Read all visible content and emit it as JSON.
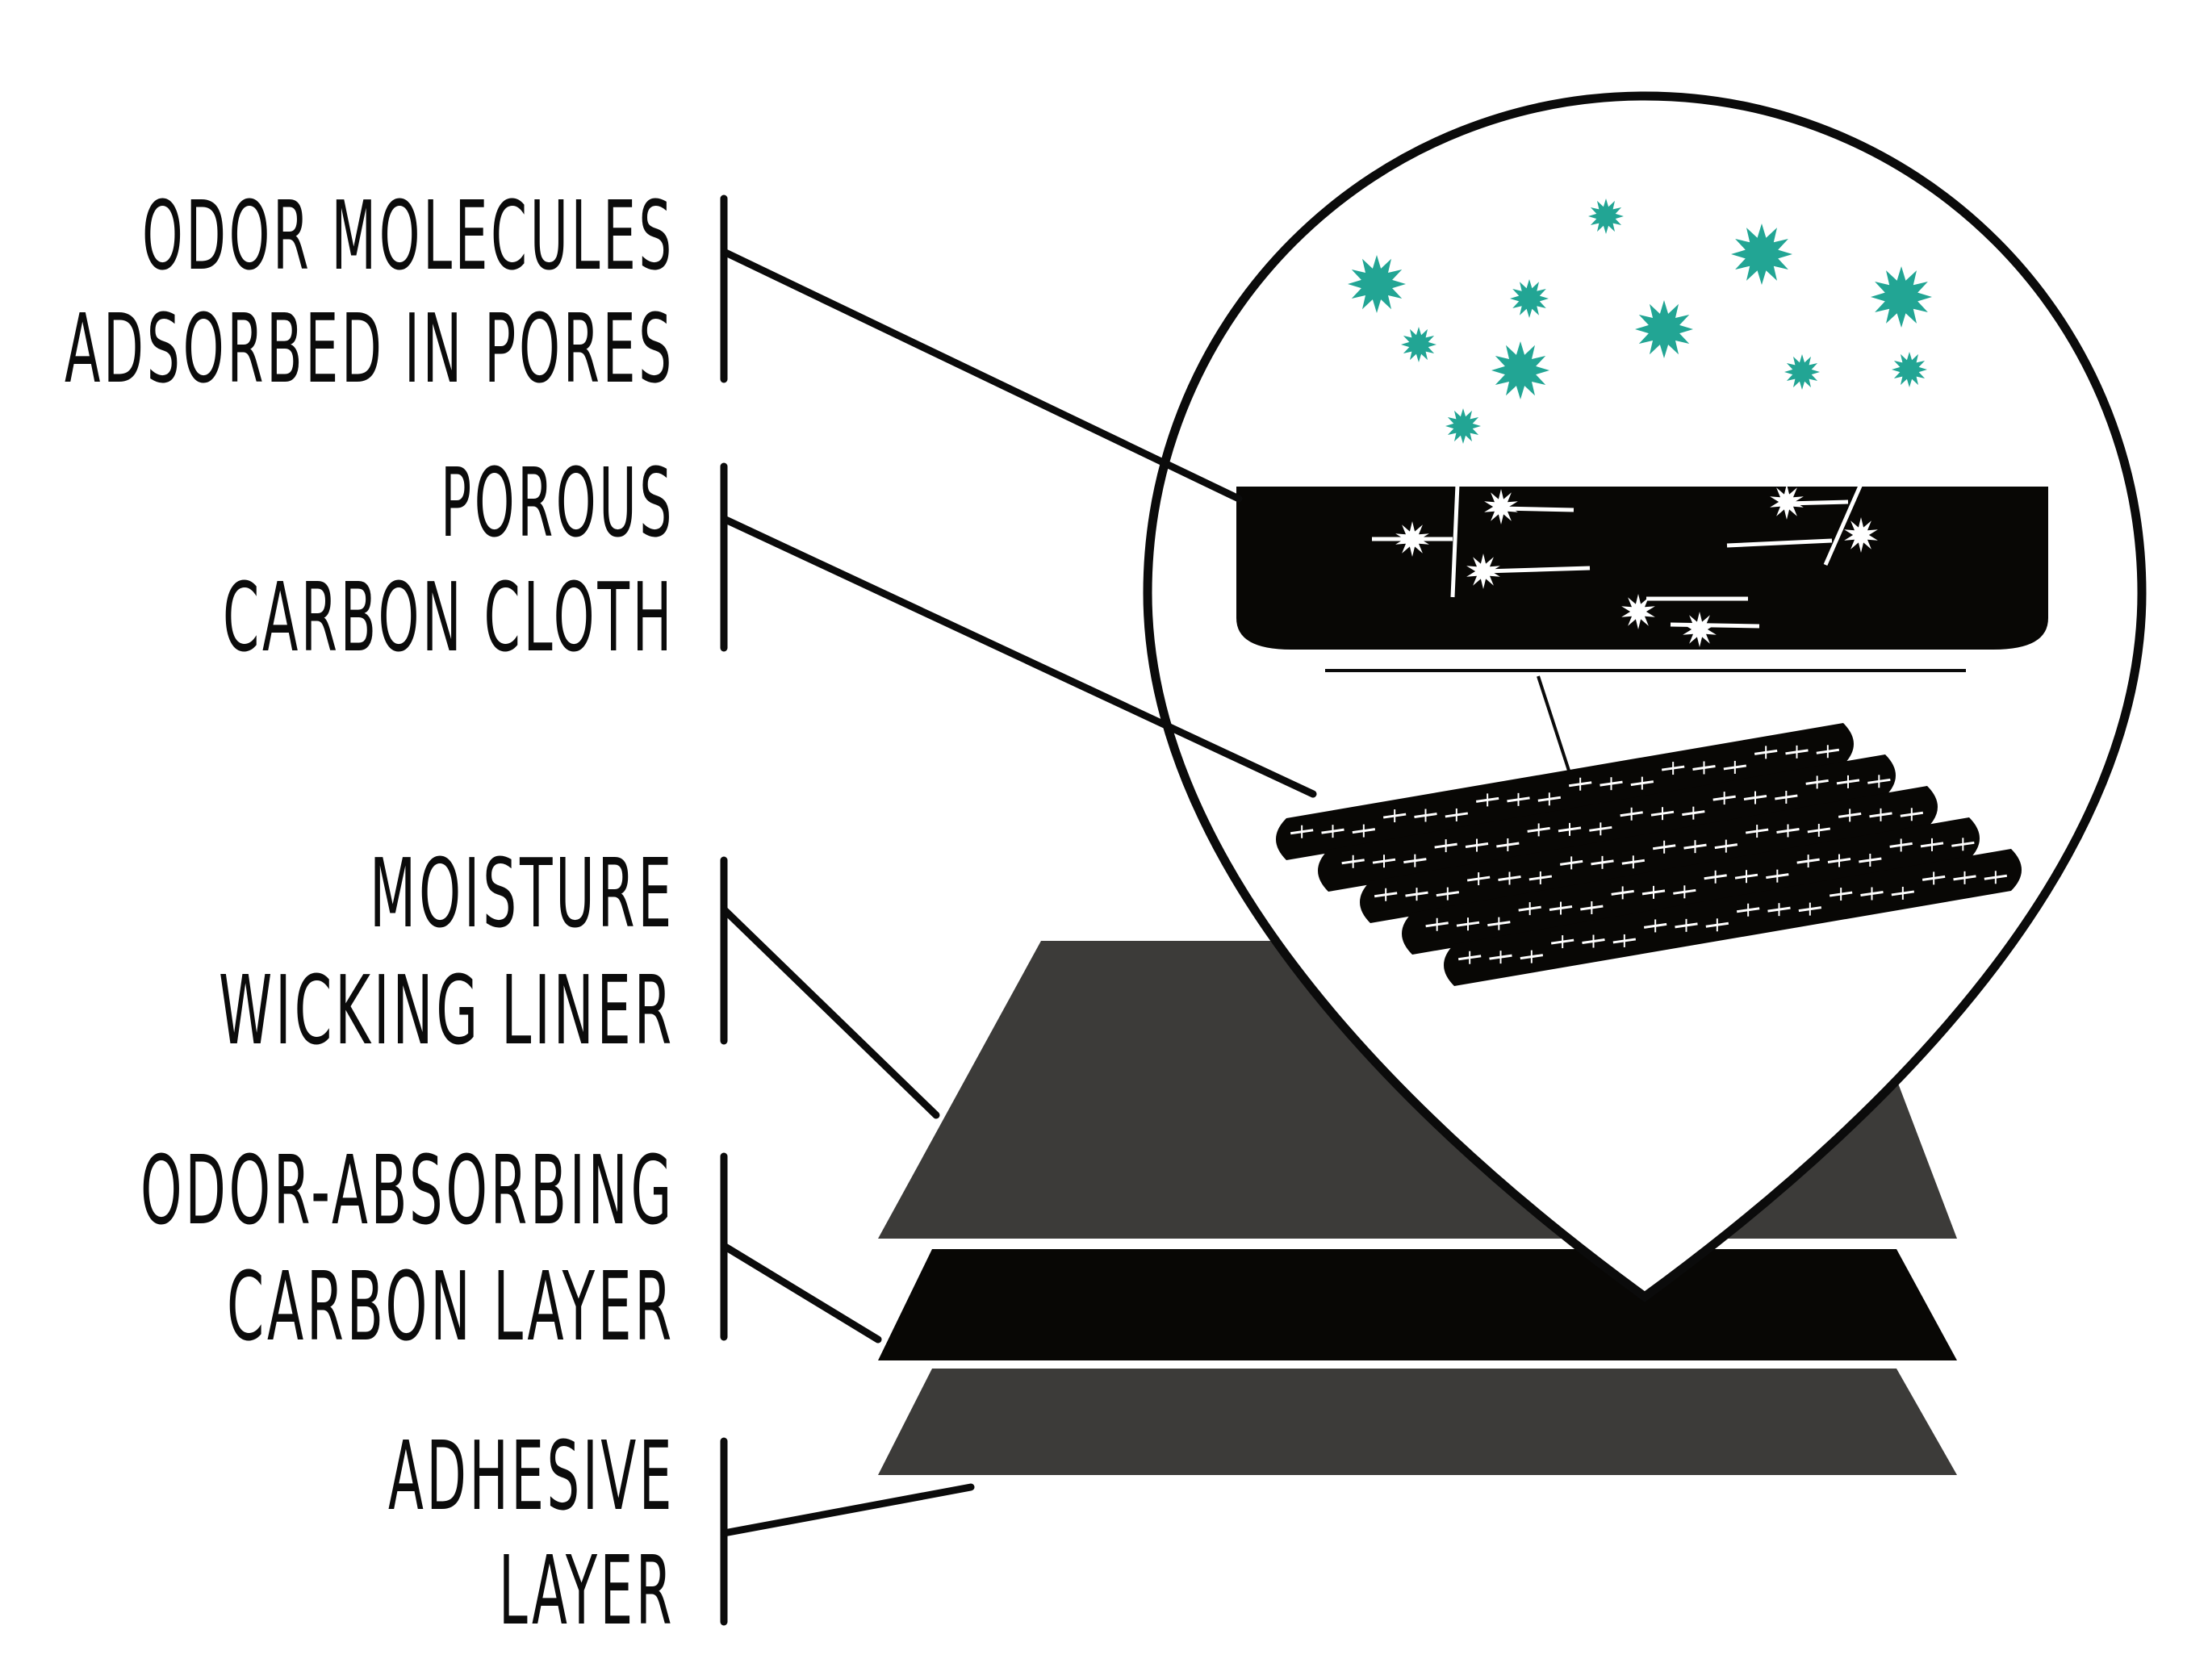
{
  "labels": {
    "odor_molecules": {
      "line1": "ODOR MOLECULES",
      "line2": "ADSORBED IN PORES"
    },
    "porous_cloth": {
      "line1": "POROUS",
      "line2": "CARBON CLOTH"
    },
    "moisture_liner": {
      "line1": "MOISTURE",
      "line2": "WICKING LINER"
    },
    "carbon_layer": {
      "line1": "ODOR-ABSORBING",
      "line2": "CARBON LAYER"
    },
    "adhesive_layer": {
      "line1": "ADHESIVE",
      "line2": "LAYER"
    }
  },
  "colors": {
    "ink": "#0b0b0b",
    "layer_gray": "#3c3b39",
    "layer_black": "#080705",
    "molecule_teal": "#22a594",
    "sparkle": "#ffffff"
  },
  "icons": {
    "molecule": "starburst-icon",
    "pore": "sparkle-icon"
  }
}
